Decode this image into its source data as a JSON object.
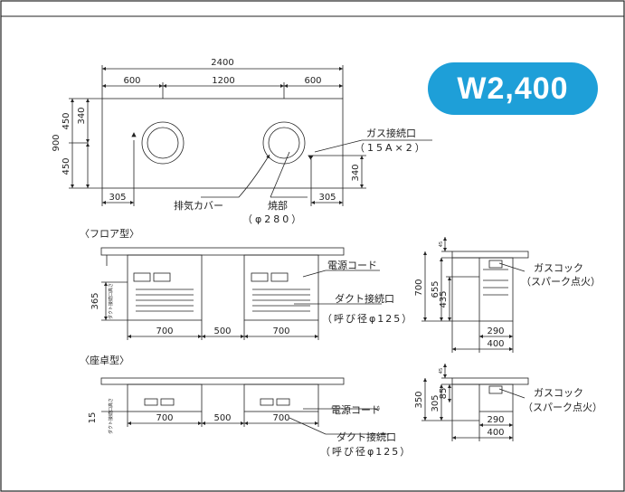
{
  "badge": "W2,400",
  "plan": {
    "total_width": "2400",
    "left_seg": "600",
    "mid_seg": "1200",
    "right_seg": "600",
    "depth": "900",
    "half_depth_top": "450",
    "half_depth_bottom": "450",
    "burner_offset_top": "340",
    "gas_offset": "340",
    "left_edge": "305",
    "right_edge": "305",
    "gas_label": "ガス接続口",
    "gas_size": "（15A×2）",
    "exhaust_label": "排気カバー",
    "burner_label": "焼部",
    "burner_size": "（φ280）"
  },
  "floor": {
    "title": "〈フロア型〉",
    "height_label": "365",
    "duct_note": "ダクト接続口高さ",
    "power_label": "電源コード",
    "duct_label": "ダクト接続口",
    "duct_size": "（呼び径φ125）",
    "w1": "700",
    "w2": "500",
    "w3": "700",
    "side_top": "45",
    "side_total": "700",
    "side_mid": "655",
    "side_low": "435",
    "side_w1": "290",
    "side_w2": "400",
    "cock_label": "ガスコック",
    "cock_note": "（スパーク点火）"
  },
  "table": {
    "title": "〈座卓型〉",
    "height_label": "15",
    "duct_note": "ダクト接続口高さ",
    "power_label": "電源コード",
    "duct_label": "ダクト接続口",
    "duct_size": "（呼び径φ125）",
    "w1": "700",
    "w2": "500",
    "w3": "700",
    "side_top": "45",
    "side_total": "350",
    "side_mid": "305",
    "side_low": "85",
    "side_w1": "290",
    "side_w2": "400",
    "cock_label": "ガスコック",
    "cock_note": "（スパーク点火）"
  }
}
